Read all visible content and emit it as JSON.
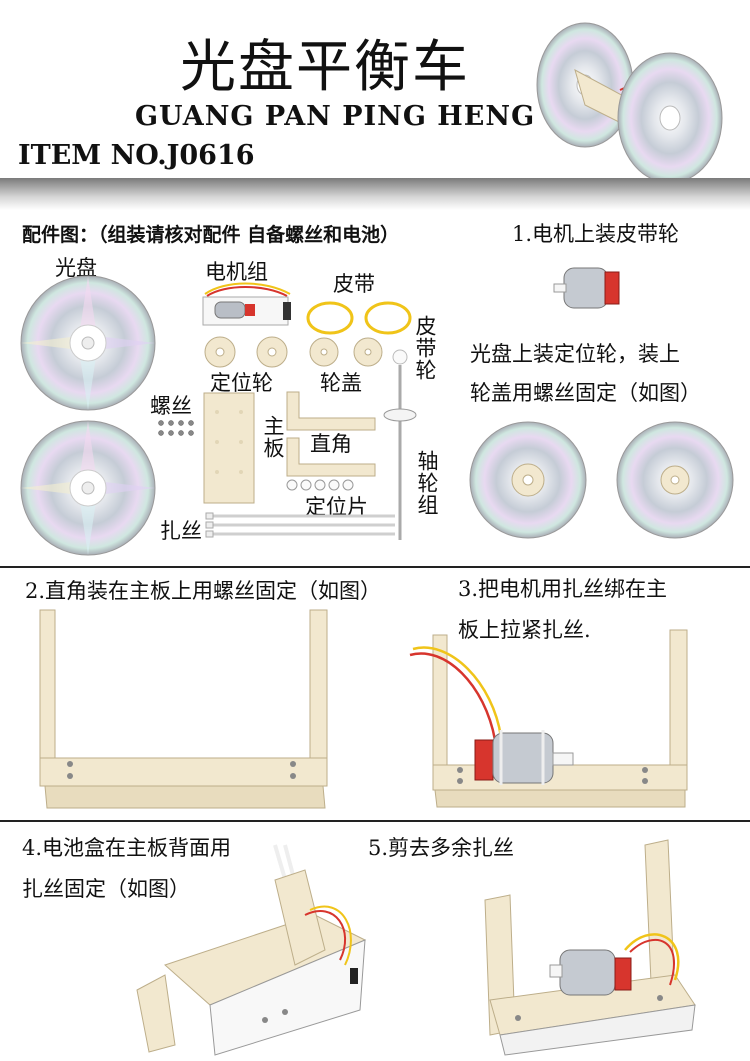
{
  "header": {
    "title_cn": "光盘平衡车",
    "title_en": "GUANG PAN PING HENG CHE",
    "item_no": "ITEM NO.J0616"
  },
  "parts": {
    "heading": "配件图：（组装请核对配件 自备螺丝和电池）",
    "cd": "光盘",
    "motor_set": "电机组",
    "belt": "皮带",
    "belt_wheel": "皮带轮",
    "positioning_wheel": "定位轮",
    "wheel_cap": "轮盖",
    "screw": "螺丝",
    "main_board": "主板",
    "right_angle": "直角",
    "shaft_set": "轴轮组",
    "positioning_piece": "定位片",
    "cable_tie": "扎丝"
  },
  "steps": {
    "step1_title": "1.电机上装皮带轮",
    "step1_line1": "光盘上装定位轮，装上",
    "step1_line2": "轮盖用螺丝固定（如图）",
    "step2": "2.直角装在主板上用螺丝固定（如图）",
    "step3_line1": "3.把电机用扎丝绑在主",
    "step3_line2": "板上拉紧扎丝.",
    "step4_line1": "4.电池盒在主板背面用",
    "step4_line2": "扎丝固定（如图）",
    "step5": "5.剪去多余扎丝"
  },
  "colors": {
    "board": "#f2e8cf",
    "board_edge": "#cdbf9a",
    "motor_red": "#d7352d",
    "wire_yellow": "#f0c419",
    "disc_silver": "#c9ccd1"
  }
}
